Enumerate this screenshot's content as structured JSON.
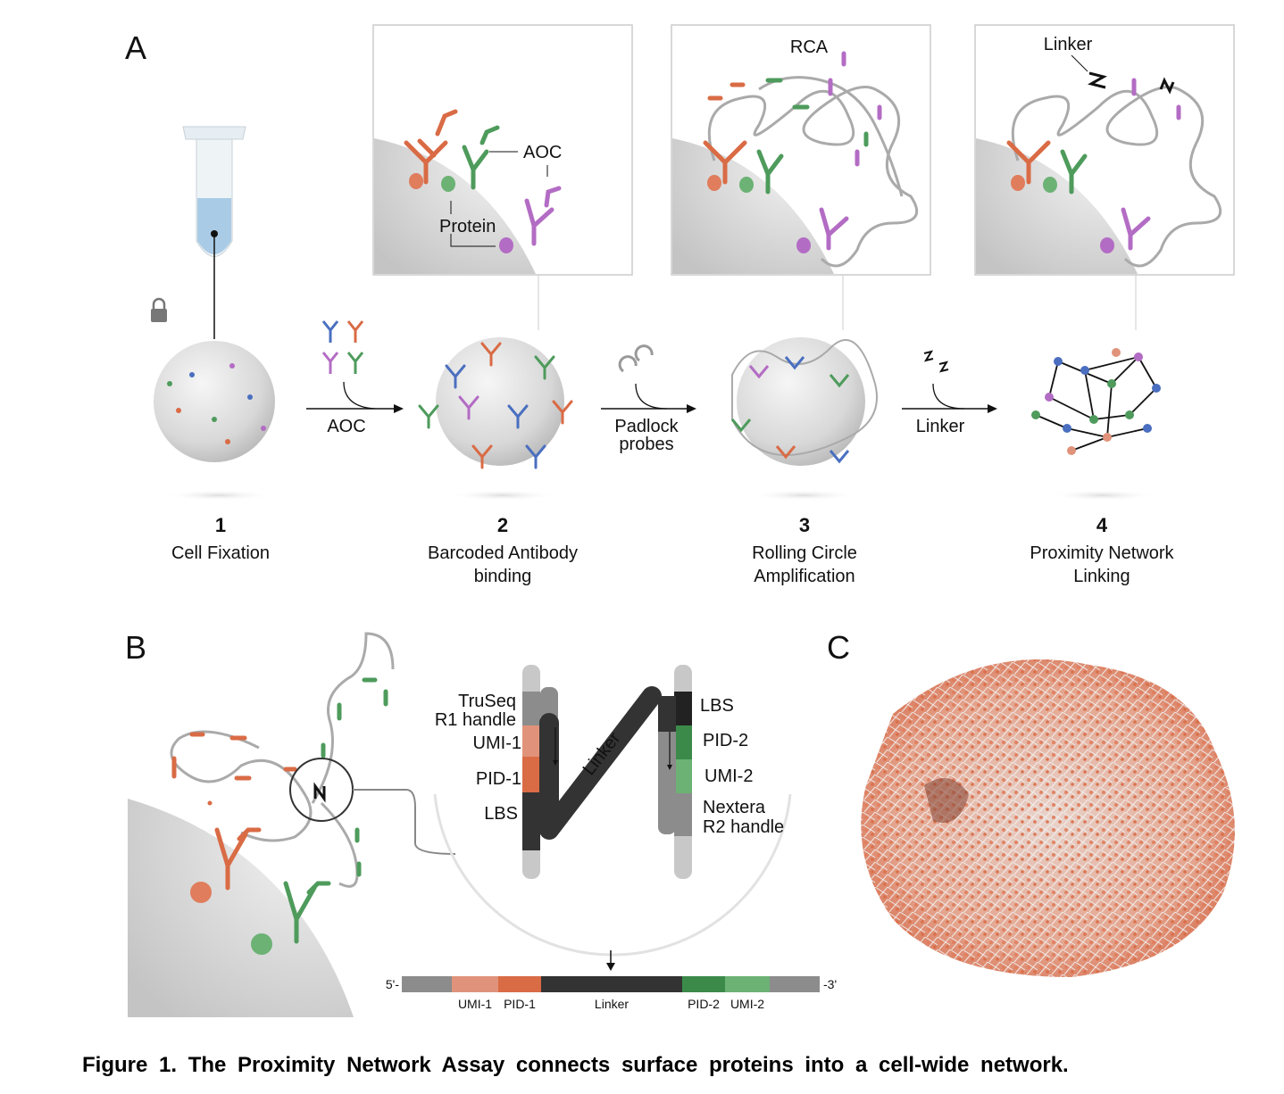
{
  "panels": {
    "a": "A",
    "b": "B",
    "c": "C"
  },
  "panel_a": {
    "inset_labels": {
      "aoc": "AOC",
      "protein": "Protein",
      "rca": "RCA",
      "linker": "Linker"
    },
    "arrows": [
      {
        "label": "AOC"
      },
      {
        "label_line1": "Padlock",
        "label_line2": "probes"
      },
      {
        "label": "Linker"
      }
    ],
    "steps": [
      {
        "number": "1",
        "line1": "Cell Fixation",
        "line2": ""
      },
      {
        "number": "2",
        "line1": "Barcoded Antibody",
        "line2": "binding"
      },
      {
        "number": "3",
        "line1": "Rolling Circle",
        "line2": "Amplification"
      },
      {
        "number": "4",
        "line1": "Proximity Network",
        "line2": "Linking"
      }
    ]
  },
  "panel_b": {
    "left_labels": {
      "truseq1": "TruSeq",
      "truseq2": "R1 handle",
      "umi1": "UMI-1",
      "pid1": "PID-1",
      "lbs": "LBS"
    },
    "right_labels": {
      "lbs": "LBS",
      "pid2": "PID-2",
      "umi2": "UMI-2",
      "nextera1": "Nextera",
      "nextera2": "R2 handle"
    },
    "linker_label": "Linker",
    "sequence": {
      "five_prime": "5'-",
      "three_prime": "-3'",
      "segments": [
        {
          "label": "",
          "color": "#8c8c8c"
        },
        {
          "label": "UMI-1",
          "color": "#e0937a"
        },
        {
          "label": "PID-1",
          "color": "#d96b45"
        },
        {
          "label": "Linker",
          "color": "#333333"
        },
        {
          "label": "PID-2",
          "color": "#3c8a4a"
        },
        {
          "label": "UMI-2",
          "color": "#6bb274"
        },
        {
          "label": "",
          "color": "#8c8c8c"
        }
      ]
    }
  },
  "colors": {
    "orange": "#d96b45",
    "green": "#4e9b5c",
    "purple": "#b36cc4",
    "blue": "#4a6fc0",
    "grey": "#a8a8a8"
  },
  "caption": "Figure 1. The Proximity Network Assay connects surface proteins into a cell-wide network."
}
